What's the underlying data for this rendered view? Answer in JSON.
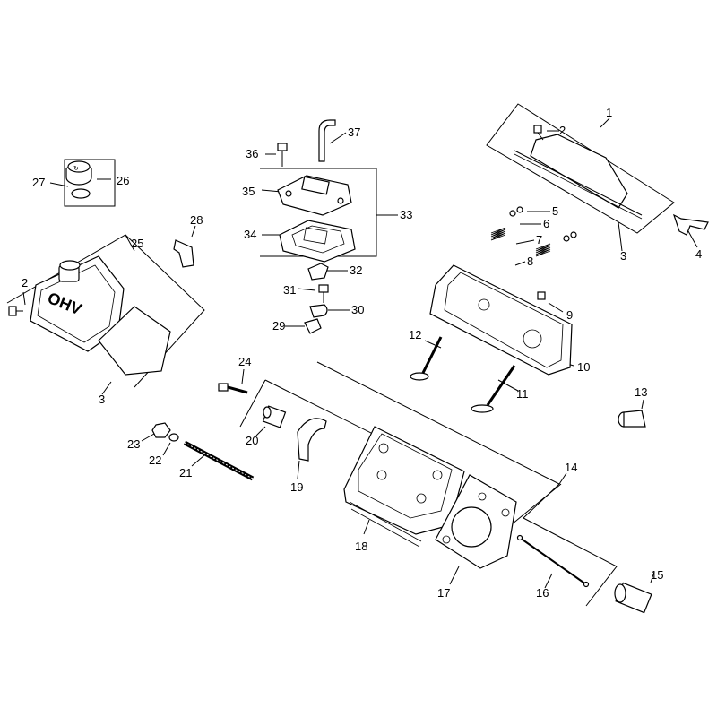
{
  "labels": {
    "l1": "1",
    "l2a": "2",
    "l2b": "2",
    "l3a": "3",
    "l3b": "3",
    "l4": "4",
    "l5": "5",
    "l6": "6",
    "l7": "7",
    "l8": "8",
    "l9": "9",
    "l10": "10",
    "l11": "11",
    "l12": "12",
    "l13": "13",
    "l14": "14",
    "l15": "15",
    "l16": "16",
    "l17": "17",
    "l18": "18",
    "l19": "19",
    "l20": "20",
    "l21": "21",
    "l22": "22",
    "l23": "23",
    "l24": "24",
    "l25": "25",
    "l26": "26",
    "l27": "27",
    "l28": "28",
    "l29": "29",
    "l30": "30",
    "l31": "31",
    "l32": "32",
    "l33": "33",
    "l34": "34",
    "l35": "35",
    "l36": "36",
    "l37": "37"
  },
  "cover_mark": "OHV"
}
